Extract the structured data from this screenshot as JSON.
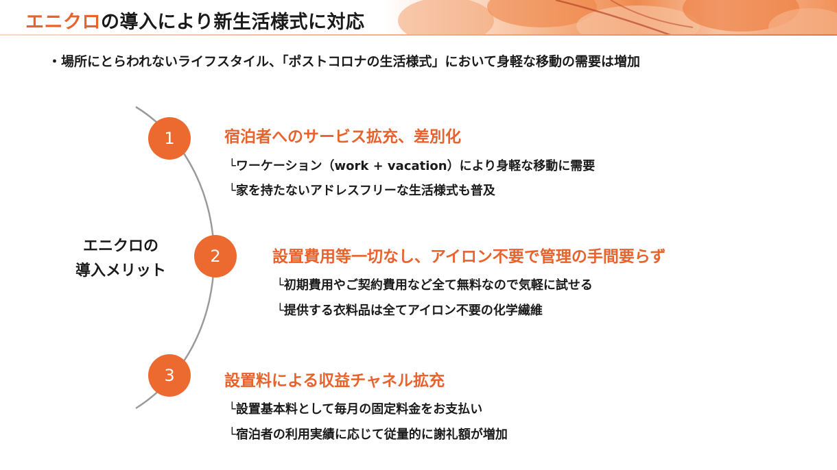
{
  "header": {
    "title_accent": "エニクロ",
    "title_rest": "の導入により新生活様式に対応"
  },
  "intro": "・場所にとらわれないライフスタイル、「ポストコロナの生活様式」において身軽な移動の需要は増加",
  "center_label": {
    "line1": "エニクロの",
    "line2": "導入メリット"
  },
  "points": [
    {
      "number": "1",
      "title": "宿泊者へのサービス拡充、差別化",
      "subs": [
        "└ワーケーション（work + vacation）により身軽な移動に需要",
        "└家を持たないアドレスフリーな生活様式も普及"
      ]
    },
    {
      "number": "2",
      "title": "設置費用等一切なし、アイロン不要で管理の手間要らず",
      "subs": [
        "└初期費用やご契約費用など全て無料なので気軽に試せる",
        "└提供する衣料品は全てアイロン不要の化学繊維"
      ]
    },
    {
      "number": "3",
      "title": "設置料による収益チャネル拡充",
      "subs": [
        "└設置基本料として毎月の固定料金をお支払い",
        "└宿泊者の利用実績に応じて従量的に謝礼額が増加"
      ]
    }
  ],
  "colors": {
    "accent": "#e8622c",
    "circle": "#ec6a2f",
    "arc": "#9a9a9a",
    "text": "#1a1a1a"
  }
}
